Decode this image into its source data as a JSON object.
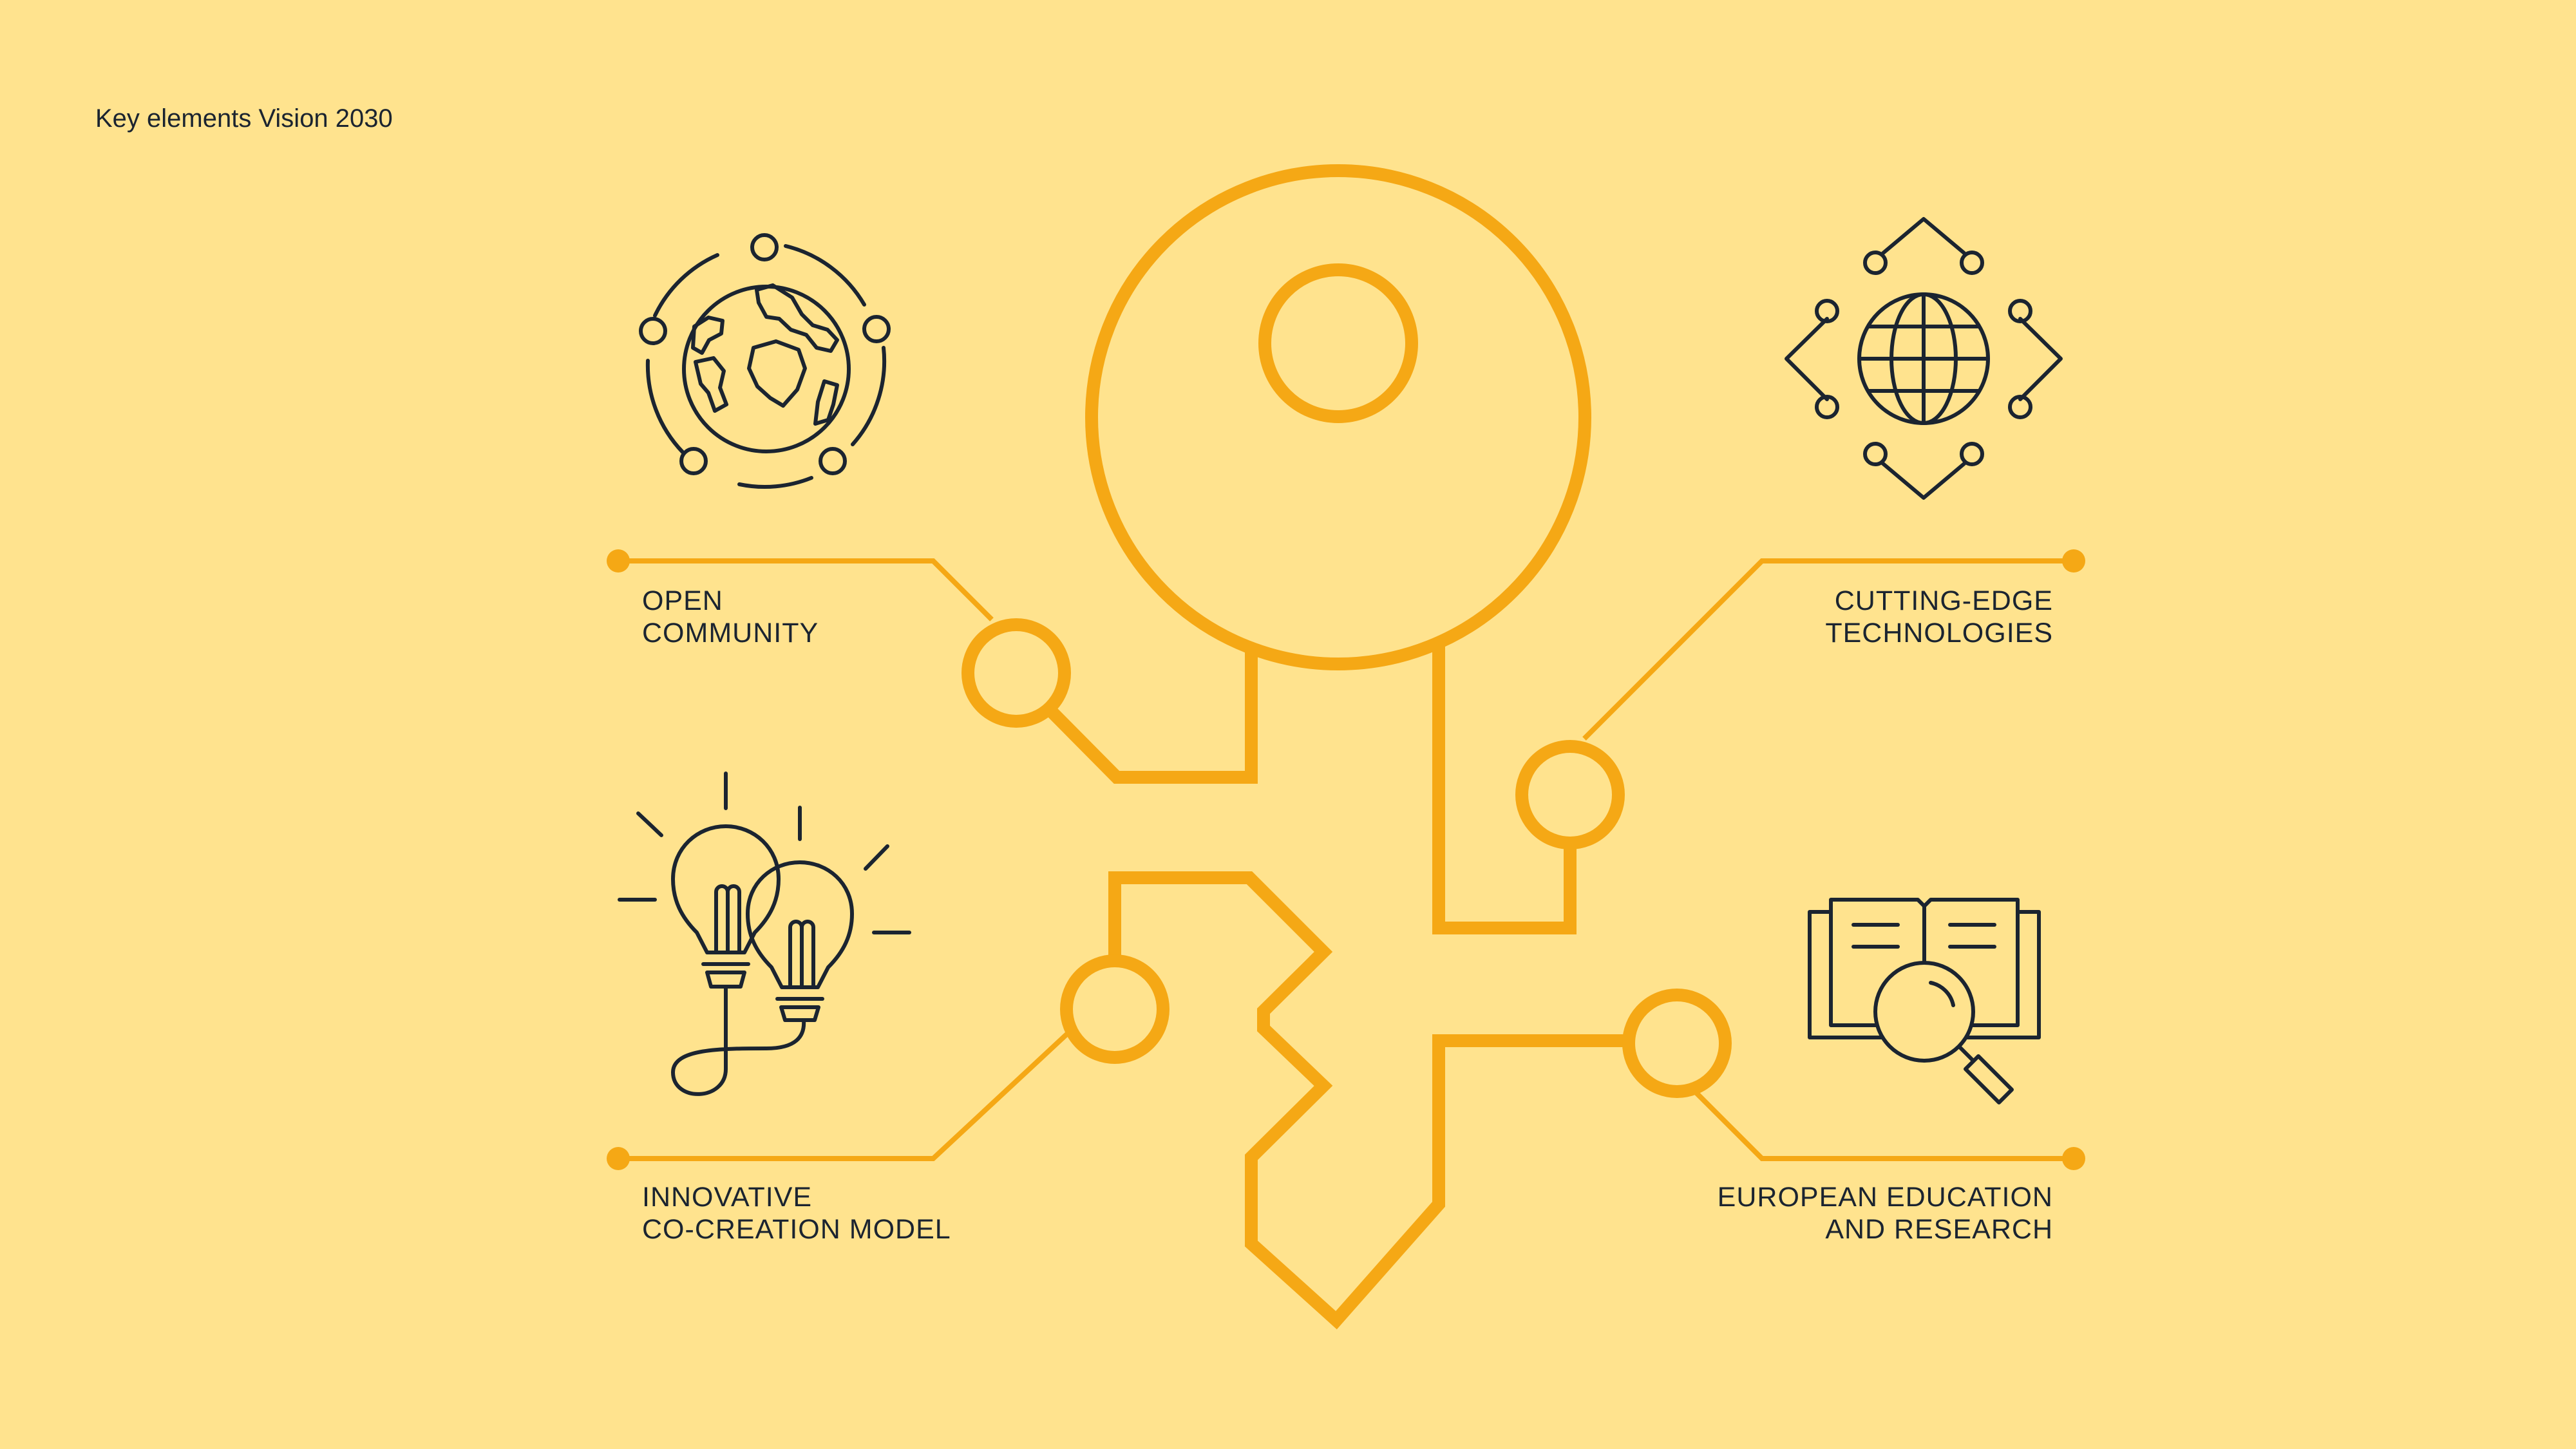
{
  "page": {
    "title": "Key elements Vision 2030"
  },
  "colors": {
    "background": "#FFE38E",
    "accent": "#F5A815",
    "ink": "#1B2430"
  },
  "key_elements": [
    {
      "id": "open-community",
      "lines": [
        "OPEN",
        "COMMUNITY"
      ],
      "icon": "globe-orbit-icon"
    },
    {
      "id": "cutting-edge-technologies",
      "lines": [
        "CUTTING-EDGE",
        "TECHNOLOGIES"
      ],
      "icon": "network-globe-icon"
    },
    {
      "id": "innovative-co-creation-model",
      "lines": [
        "INNOVATIVE",
        "CO-CREATION MODEL"
      ],
      "icon": "lightbulbs-icon"
    },
    {
      "id": "european-education-and-research",
      "lines": [
        "EUROPEAN EDUCATION",
        "AND RESEARCH"
      ],
      "icon": "book-magnifier-icon"
    }
  ],
  "central_graphic": {
    "icon": "key-icon"
  }
}
